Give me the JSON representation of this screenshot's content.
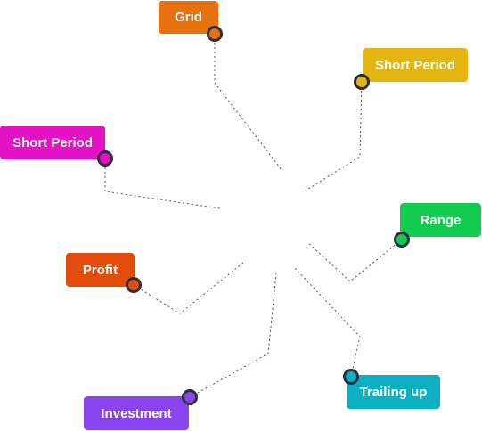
{
  "tags": [
    {
      "id": "grid",
      "label": "Grid",
      "color": "#e8710f"
    },
    {
      "id": "short-period-right",
      "label": "Short Period",
      "color": "#e3b50e"
    },
    {
      "id": "short-period-left",
      "label": "Short Period",
      "color": "#e412c4"
    },
    {
      "id": "range",
      "label": "Range",
      "color": "#12cc4f"
    },
    {
      "id": "profit",
      "label": "Profit",
      "color": "#e24d0c"
    },
    {
      "id": "trailing-up",
      "label": "Trailing up",
      "color": "#0bb0c2"
    },
    {
      "id": "investment",
      "label": "Investment",
      "color": "#8b45f0"
    }
  ]
}
